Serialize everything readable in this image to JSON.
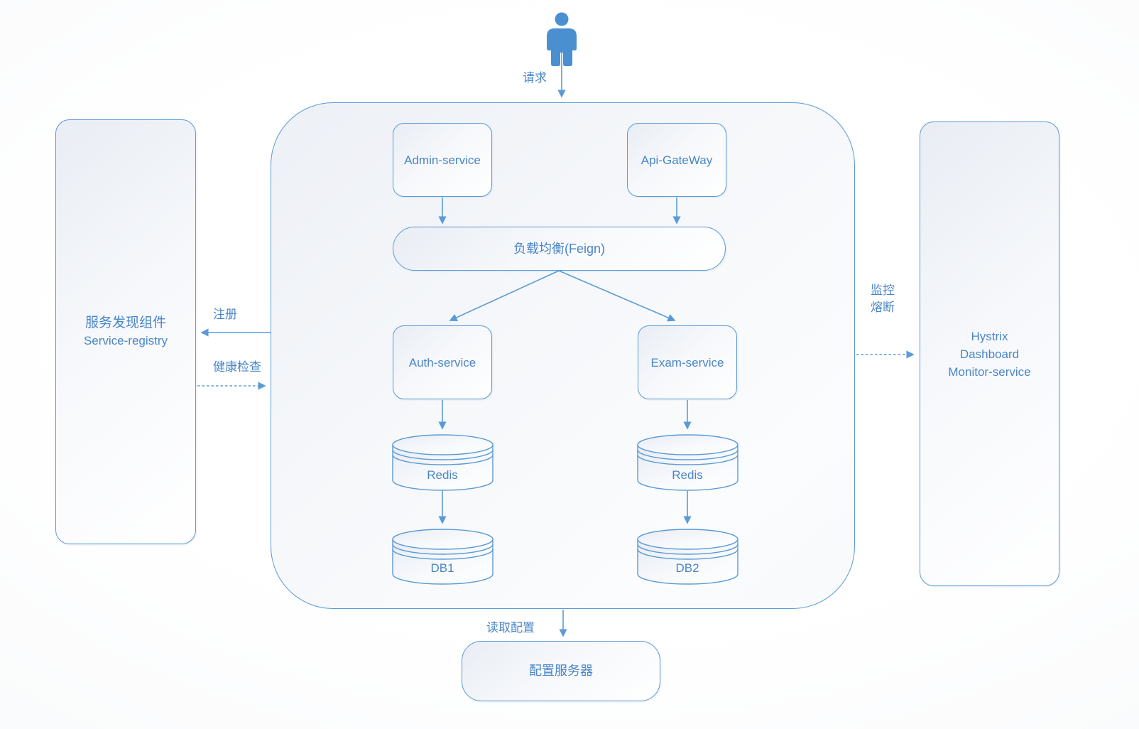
{
  "diagram": {
    "colors": {
      "accent": "#5b9bd5",
      "text": "#4a86c6"
    },
    "actor": {
      "request_label": "请求"
    },
    "nodes": {
      "admin_service": {
        "label": "Admin-service"
      },
      "api_gateway": {
        "label": "Api-GateWay"
      },
      "load_balancer": {
        "label": "负载均衡(Feign)"
      },
      "auth_service": {
        "label": "Auth-service"
      },
      "exam_service": {
        "label": "Exam-service"
      },
      "redis_auth": {
        "label": "Redis"
      },
      "redis_exam": {
        "label": "Redis"
      },
      "db1": {
        "label": "DB1"
      },
      "db2": {
        "label": "DB2"
      },
      "service_registry": {
        "line1": "服务发现组件",
        "line2": "Service-registry"
      },
      "hystrix_monitor": {
        "line1": "Hystrix",
        "line2": "Dashboard",
        "line3": "Monitor-service"
      },
      "config_server": {
        "label": "配置服务器"
      }
    },
    "edges": {
      "register": {
        "label": "注册"
      },
      "health_check": {
        "label": "健康检查"
      },
      "monitor": {
        "line1": "监控",
        "line2": "熔断"
      },
      "read_config": {
        "label": "读取配置"
      }
    }
  }
}
